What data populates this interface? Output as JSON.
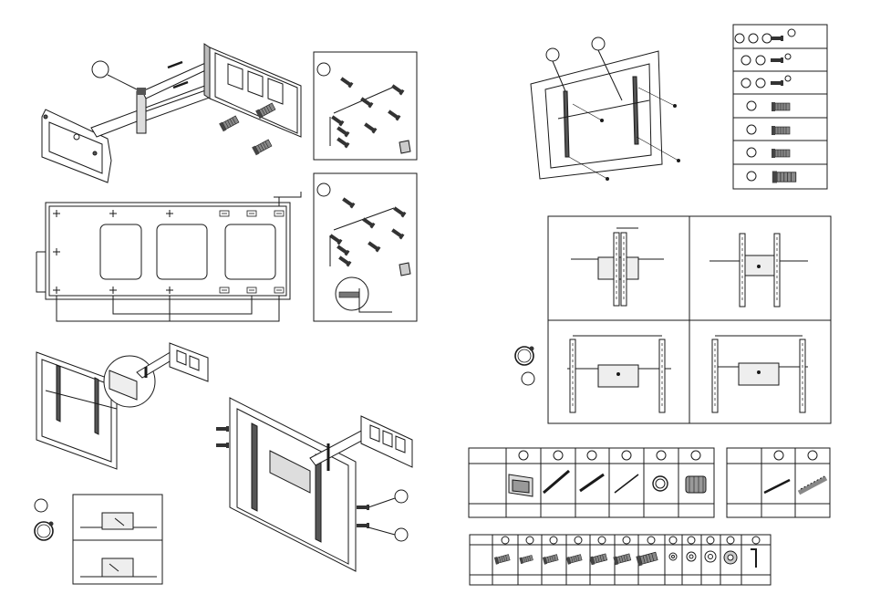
{
  "document": {
    "type": "wall-mount installation sheet",
    "text": [],
    "pages": [
      {
        "figures": [
          "arm-mount-isometric",
          "wall-plate-hole-layout",
          "screw-set-a",
          "screw-set-b",
          "tv-attach-view",
          "level-check-inset",
          "mounted-tv-view"
        ]
      },
      {
        "figures": [
          "tv-rear-brackets",
          "hardware-legend",
          "bracket-positions-grid",
          "bubble-level",
          "parts-table",
          "wall-anchor-table",
          "fastener-table"
        ]
      }
    ],
    "colors": {
      "ink": "#1a1a1a",
      "paper": "#ffffff",
      "fill": "#e8e8e8",
      "dark": "#555555"
    }
  }
}
